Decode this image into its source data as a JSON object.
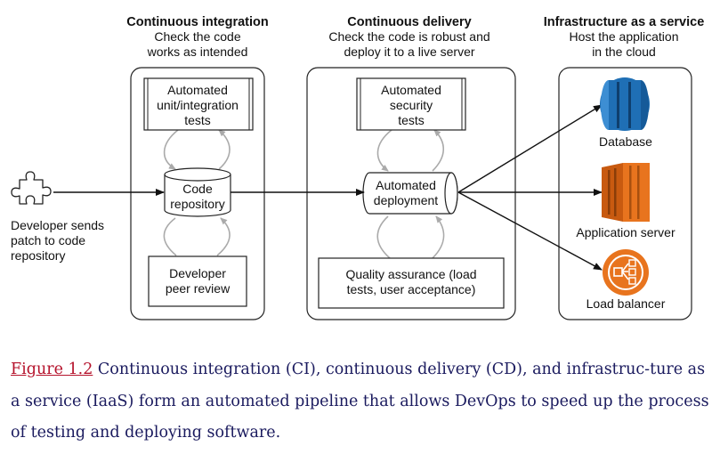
{
  "columns": [
    {
      "title": "Continuous integration",
      "desc": [
        "Check the code",
        "works as intended"
      ]
    },
    {
      "title": "Continuous delivery",
      "desc": [
        "Check the code is robust and",
        "deploy it to a live server"
      ]
    },
    {
      "title": "Infrastructure as a service",
      "desc": [
        "Host the application",
        "in the cloud"
      ]
    }
  ],
  "ci": {
    "tests": [
      "Automated",
      "unit/integration",
      "tests"
    ],
    "repo": [
      "Code",
      "repository"
    ],
    "review": [
      "Developer",
      "peer review"
    ]
  },
  "cd": {
    "security": [
      "Automated",
      "security",
      "tests"
    ],
    "deploy": [
      "Automated",
      "deployment"
    ],
    "qa": [
      "Quality assurance (load",
      "tests, user acceptance)"
    ]
  },
  "iaas": {
    "database": "Database",
    "app_server": "Application server",
    "load_balancer": "Load balancer"
  },
  "developer": [
    "Developer sends",
    "patch to code",
    "repository"
  ],
  "caption": {
    "ref": "Figure 1.2",
    "text": " Continuous integration (CI), continuous delivery (CD), and infrastruc-ture as a service (IaaS) form an automated pipeline that allows DevOps to speed up the process of testing and deploying software."
  },
  "colors": {
    "database": "#1f6fb5",
    "app_server": "#e8741e",
    "load_balancer": "#e8741e"
  }
}
